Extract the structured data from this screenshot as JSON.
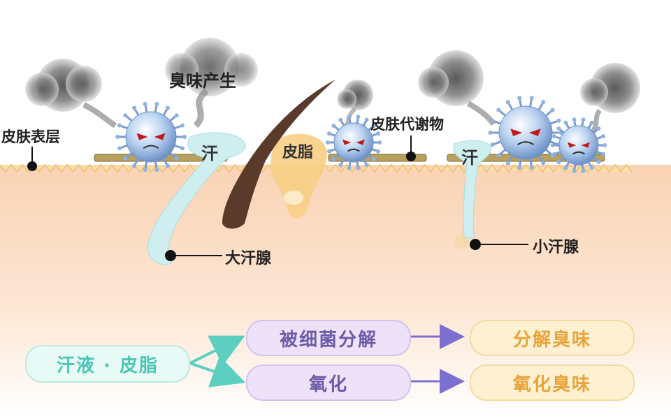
{
  "labels": {
    "odor": "臭味产生",
    "epidermis": "皮肤表层",
    "sweat1": "汗",
    "sebum": "皮脂",
    "metabolite": "皮肤代谢物",
    "sweat2": "汗",
    "apocrine": "大汗腺",
    "eccrine": "小汗腺"
  },
  "flow": {
    "source": "汗液 · 皮脂",
    "paths": [
      {
        "process": "被细菌分解",
        "result": "分解臭味"
      },
      {
        "process": "氧化",
        "result": "氧化臭味"
      }
    ]
  },
  "colors": {
    "skin": "#fbe0c8",
    "skin_edge": "#f2c98a",
    "sweat": "#cfeef0",
    "sebum": "#f8cf85",
    "hair": "#5a3a2a",
    "bacteria": "#a9c7e8",
    "process_pill": "#ede2f7",
    "result_pill": "#fdf1d2",
    "source_pill": "#e8faf6",
    "arrow_teal": "#5ccfc0",
    "arrow_purple": "#7d6fd0"
  }
}
